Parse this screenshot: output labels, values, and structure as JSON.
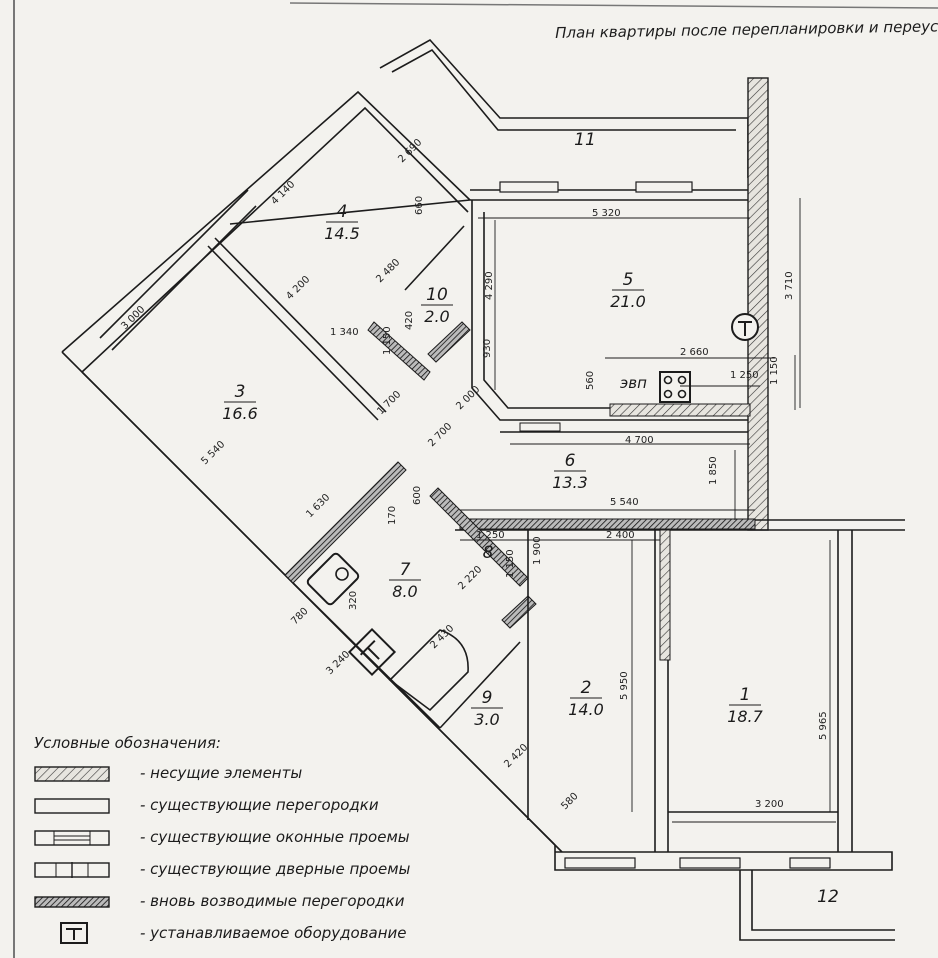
{
  "title": "План квартиры после перепланировки и переуст",
  "rooms": [
    {
      "num": "1",
      "area": "18.7"
    },
    {
      "num": "2",
      "area": "14.0"
    },
    {
      "num": "3",
      "area": "16.6"
    },
    {
      "num": "4",
      "area": "14.5"
    },
    {
      "num": "5",
      "area": "21.0"
    },
    {
      "num": "6",
      "area": "13.3"
    },
    {
      "num": "7",
      "area": "8.0"
    },
    {
      "num": "8",
      "area": ""
    },
    {
      "num": "9",
      "area": "3.0"
    },
    {
      "num": "10",
      "area": "2.0"
    },
    {
      "num": "11",
      "area": ""
    },
    {
      "num": "12",
      "area": ""
    }
  ],
  "dimensions": [
    "2 690",
    "4 140",
    "660",
    "5 320",
    "3 710",
    "4 290",
    "2 480",
    "4 200",
    "3 000",
    "1 340",
    "420",
    "1 150",
    "930",
    "2 660",
    "1 250",
    "1 150",
    "560",
    "1 700",
    "2 000",
    "2 700",
    "4 700",
    "5 540",
    "1 850",
    "1 630",
    "600",
    "170",
    "5 540",
    "1 250",
    "2 400",
    "1 900",
    "1 150",
    "2 220",
    "320",
    "780",
    "2 430",
    "3 240",
    "5 950",
    "5 965",
    "2 420",
    "580",
    "3 200"
  ],
  "equipment_label": "эвп",
  "legend": {
    "title": "Условные обозначения:",
    "items": [
      {
        "label": "- несущие элементы",
        "symbol": "hatched-wall"
      },
      {
        "label": "- существующие перегородки",
        "symbol": "plain-wall"
      },
      {
        "label": "- существующие оконные проемы",
        "symbol": "window-opening"
      },
      {
        "label": "- существующие дверные проемы",
        "symbol": "door-opening"
      },
      {
        "label": "- вновь возводимые перегородки",
        "symbol": "new-partition"
      },
      {
        "label": "- устанавливаемое оборудование",
        "symbol": "equipment"
      }
    ]
  }
}
